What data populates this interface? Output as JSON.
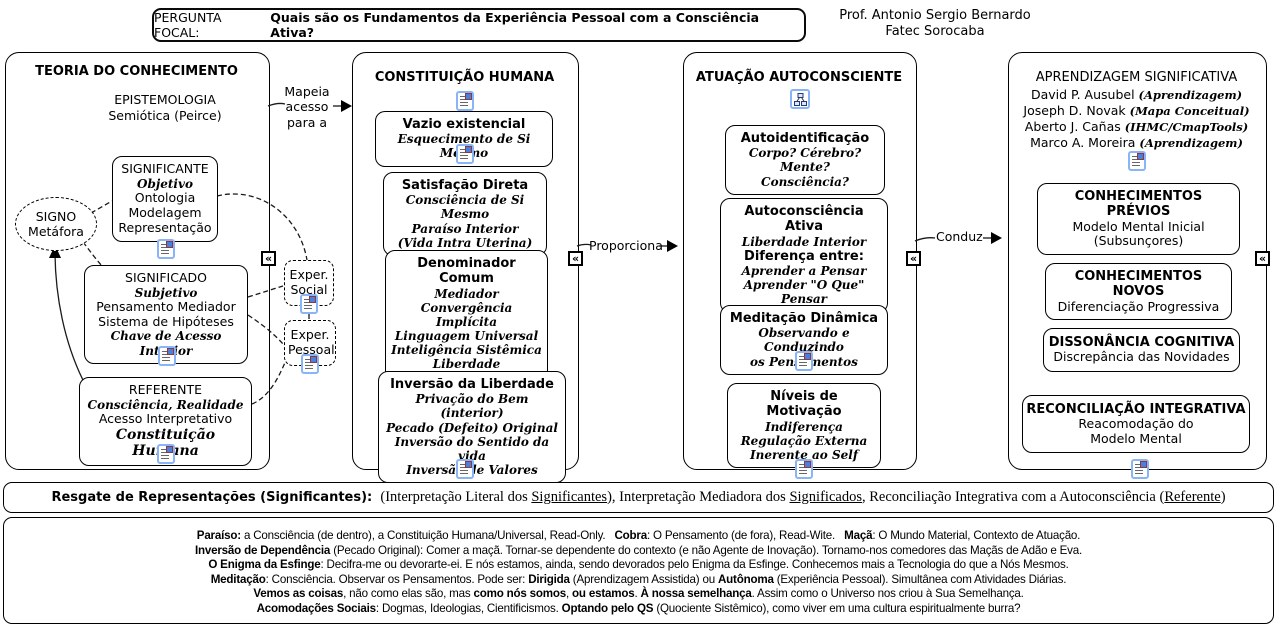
{
  "icons": {
    "collapse": "«"
  },
  "focal": {
    "segments": [
      {
        "t": "PERGUNTA FOCAL: ",
        "c": ""
      },
      {
        "t": "Quais são os Fundamentos da Experiência Pessoal com a Consciência Ativa?",
        "c": "b"
      }
    ]
  },
  "author": "Prof. Antonio Sergio Bernardo\nFatec Sorocaba",
  "connectors": {
    "mapeia": "Mapeia\nacesso\npara a",
    "proporciona": "Proporciona",
    "conduz": "Conduz"
  },
  "col1": {
    "title": "TEORIA DO CONHECIMENTO",
    "subtitle": "EPISTEMOLOGIA\nSemiótica (Peirce)",
    "signo": "SIGNO\nMetáfora",
    "significante": {
      "title": "SIGNIFICANTE",
      "script1": "Objetivo",
      "body": "Ontologia\nModelagem\nRepresentação"
    },
    "significado": {
      "title": "SIGNIFICADO",
      "script1": "Subjetivo",
      "body": "Pensamento Mediador\nSistema de Hipóteses",
      "script2": "Chave de Acesso Interior"
    },
    "referente": {
      "title": "REFERENTE",
      "script1": "Consciência, Realidade",
      "body": "Acesso Interpretativo",
      "script2": "Constituição Humana"
    }
  },
  "between": {
    "social": "Exper.\nSocial",
    "pessoal": "Exper.\nPessoal"
  },
  "col2": {
    "title": "CONSTITUIÇÃO HUMANA",
    "vazio": {
      "title": "Vazio existencial",
      "script": "Esquecimento de Si Mesmo"
    },
    "satisfacao": {
      "title": "Satisfação Direta",
      "script": "Consciência de Si Mesmo\nParaíso Interior\n(Vida Intra Uterina)"
    },
    "denominador": {
      "title": "Denominador Comum",
      "script": "Mediador\nConvergência Implícita\nLinguagem Universal\nInteligência Sistêmica\nLiberdade\nIrmandade"
    },
    "inversao": {
      "title": "Inversão da Liberdade",
      "script": "Privação do Bem (interior)\nPecado (Defeito) Original\nInversão do Sentido da vida\nInversão de Valores"
    }
  },
  "col3": {
    "title": "ATUAÇÃO AUTOCONSCIENTE",
    "auto1": {
      "title": "Autoidentificação",
      "script": "Corpo? Cérebro? Mente?\nConsciência?"
    },
    "auto2": {
      "title": "Autoconsciência Ativa",
      "script1": "Liberdade Interior",
      "mid": "Diferença entre:",
      "script2": "Aprender a Pensar\nAprender \"O Que\" Pensar"
    },
    "auto3": {
      "title": "Meditação Dinâmica",
      "script": "Observando e Conduzindo\nos Pensamentos"
    },
    "auto4": {
      "title": "Níveis de Motivação",
      "script": "Indiferença\nRegulação Externa\nInerente ao Self"
    }
  },
  "col4": {
    "title": "APRENDIZAGEM SIGNIFICATIVA",
    "authors": [
      [
        {
          "t": "David P. Ausubel ",
          "c": ""
        },
        {
          "t": "(Aprendizagem)",
          "c": "sc"
        }
      ],
      [
        {
          "t": "Joseph D. Novak ",
          "c": ""
        },
        {
          "t": "(Mapa Conceitual)",
          "c": "sc"
        }
      ],
      [
        {
          "t": "Aberto J. Cañas ",
          "c": ""
        },
        {
          "t": "(IHMC/CmapTools)",
          "c": "sc"
        }
      ],
      [
        {
          "t": "Marco A. Moreira ",
          "c": ""
        },
        {
          "t": "(Aprendizagem)",
          "c": "sc"
        }
      ]
    ],
    "k1": {
      "title": "CONHECIMENTOS PRÉVIOS",
      "body": "Modelo Mental Inicial\n(Subsunçores)"
    },
    "k2": {
      "title": "CONHECIMENTOS NOVOS",
      "body": "Diferenciação Progressiva"
    },
    "k3": {
      "title": "DISSONÂNCIA COGNITIVA",
      "body": "Discrepância das Novidades"
    },
    "k4": {
      "title": "RECONCILIAÇÃO INTEGRATIVA",
      "body": "Reacomodação do\nModelo Mental"
    }
  },
  "bottom_bar": {
    "segments": [
      {
        "t": "Resgate de Representações (Significantes): ",
        "c": "lbl"
      },
      {
        "t": " (Interpretação Literal dos ",
        "c": "ser"
      },
      {
        "t": "Significantes",
        "c": "ser u"
      },
      {
        "t": "), Interpretação Mediadora dos ",
        "c": "ser"
      },
      {
        "t": "Significados",
        "c": "ser u"
      },
      {
        "t": ", Reconciliação Integrativa com a Autoconsciência (",
        "c": "ser"
      },
      {
        "t": "Referente",
        "c": "ser u"
      },
      {
        "t": ")",
        "c": "ser"
      }
    ]
  },
  "notes": {
    "lines": [
      [
        {
          "t": "Paraíso:",
          "c": "b"
        },
        {
          "t": " a Consciência (de dentro), a Constituição Humana/Universal, Read-Only.   ",
          "c": ""
        },
        {
          "t": "Cobra",
          "c": "b"
        },
        {
          "t": ": O Pensamento (de fora), Read-Wite.   ",
          "c": ""
        },
        {
          "t": "Maçã",
          "c": "b"
        },
        {
          "t": ": O Mundo Material, Contexto de Atuação.",
          "c": ""
        }
      ],
      [
        {
          "t": "Inversão de Dependência",
          "c": "b"
        },
        {
          "t": " (Pecado Original): Comer a maçã. Tornar-se dependente do contexto (e não Agente de Inovação). Tornamo-nos comedores das Maçãs de Adão e Eva.",
          "c": ""
        }
      ],
      [
        {
          "t": "O Enigma da Esfinge",
          "c": "b"
        },
        {
          "t": ": Decifra-me ou devorarte-ei. E nós estamos, ainda, sendo devorados pelo Enigma da Esfinge. Conhecemos mais a Tecnologia do que a Nós Mesmos.",
          "c": ""
        }
      ],
      [
        {
          "t": "Meditação",
          "c": "b"
        },
        {
          "t": ": Consciência. Observar os Pensamentos. Pode ser: ",
          "c": ""
        },
        {
          "t": "Dirigida",
          "c": "b"
        },
        {
          "t": " (Aprendizagem Assistida) ou ",
          "c": ""
        },
        {
          "t": "Autônoma",
          "c": "b"
        },
        {
          "t": " (Experiência Pessoal). Simultânea com Atividades Diárias.",
          "c": ""
        }
      ],
      [
        {
          "t": "Vemos as coisas",
          "c": "b"
        },
        {
          "t": ", não como elas são, mas ",
          "c": ""
        },
        {
          "t": "como nós somos",
          "c": "b"
        },
        {
          "t": ", ",
          "c": ""
        },
        {
          "t": "ou estamos",
          "c": "b"
        },
        {
          "t": ". ",
          "c": ""
        },
        {
          "t": "À nossa semelhança",
          "c": "b"
        },
        {
          "t": ". Assim como o Universo nos criou à Sua Semelhança.",
          "c": ""
        }
      ],
      [
        {
          "t": "Acomodações Sociais",
          "c": "b"
        },
        {
          "t": ": Dogmas, Ideologias, Cientificismos. ",
          "c": ""
        },
        {
          "t": "Optando pelo QS",
          "c": "b"
        },
        {
          "t": " (Quociente Sistêmico), como viver em uma cultura espiritualmente burra?",
          "c": ""
        }
      ]
    ]
  }
}
